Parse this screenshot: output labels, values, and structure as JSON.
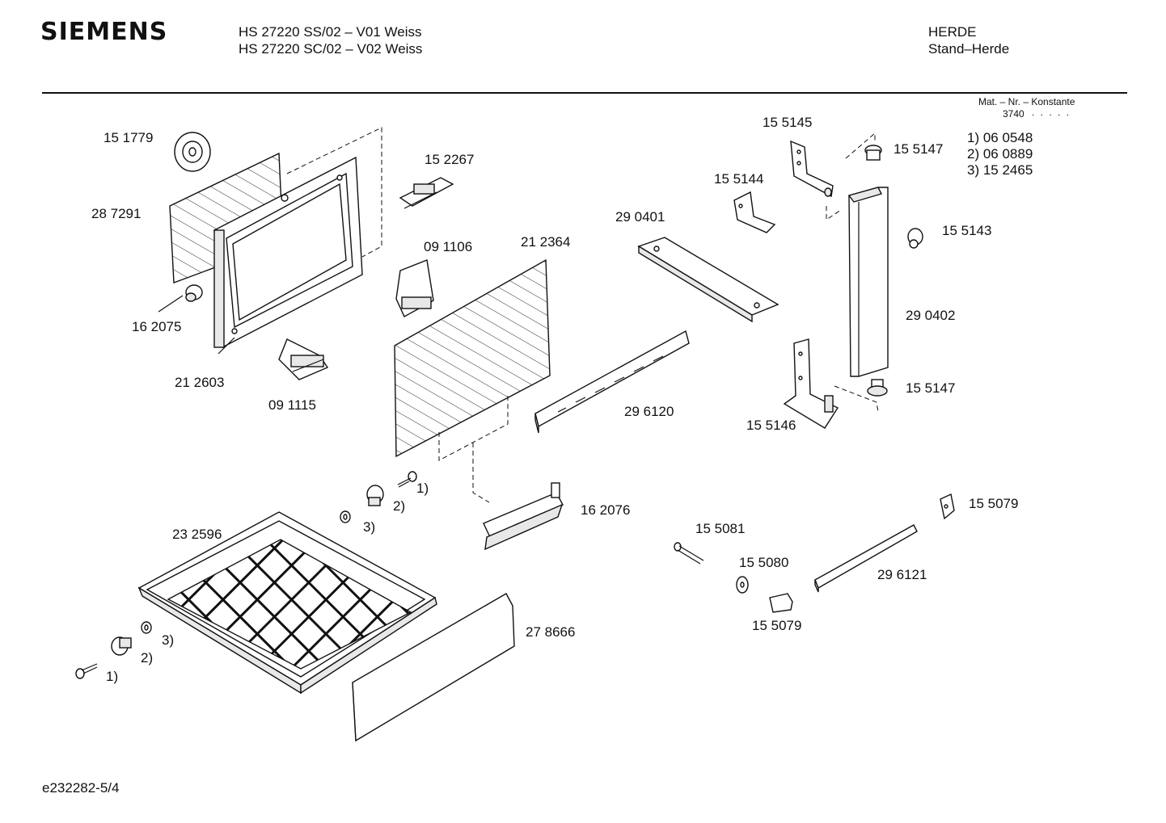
{
  "header": {
    "brand": "SIEMENS",
    "model_line_1": "HS 27220 SS/02 – V01 Weiss",
    "model_line_2": "HS 27220 SC/02 – V02 Weiss",
    "category_1": "HERDE",
    "category_2": "Stand–Herde"
  },
  "material_info": {
    "label": "Mat. – Nr. – Konstante",
    "value": "3740",
    "dots": ". . . . ."
  },
  "notes": [
    "1) 06 0548",
    "2) 06 0889",
    "3) 15 2465"
  ],
  "parts": [
    "15 1779",
    "28 7291",
    "16 2075",
    "21 2603",
    "09 1115",
    "15 2267",
    "09 1106",
    "21 2364",
    "29 0401",
    "15 5145",
    "15 5144",
    "15 5147",
    "15 5143",
    "29 0402",
    "15 5147",
    "15 5146",
    "29 6120",
    "16 2076",
    "1)",
    "2)",
    "3)",
    "23 2596",
    "3)",
    "2)",
    "1)",
    "27 8666",
    "15 5081",
    "15 5080",
    "15 5079",
    "29 6121",
    "15 5079"
  ],
  "footer": "e232282-5/4"
}
